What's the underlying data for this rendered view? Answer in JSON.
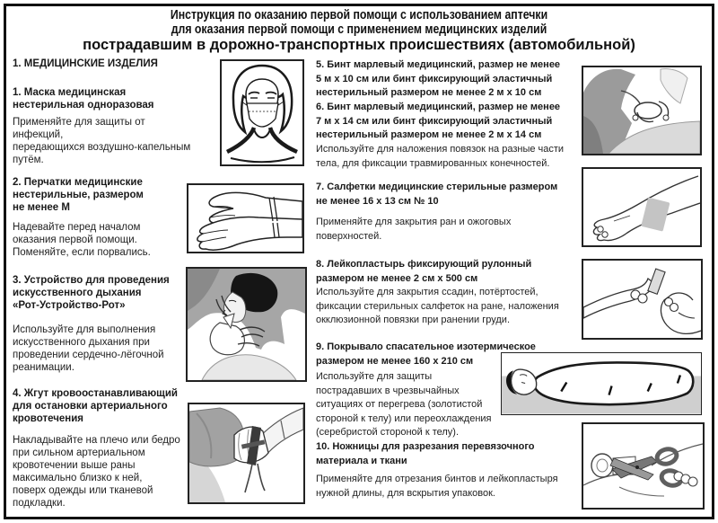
{
  "title": {
    "line1": "Инструкция по оказанию первой помощи с использованием аптечки",
    "line2": "для оказания первой помощи с применением медицинских изделий",
    "line3": "пострадавшим в дорожно-транспортных происшествиях (автомобильной)"
  },
  "left": {
    "heading": "1. МЕДИЦИНСКИЕ ИЗДЕЛИЯ",
    "s1": {
      "title": "1. Маска медицинская\nнестерильная одноразовая",
      "body": "Применяйте для защиты от инфекций,\nпередающихся воздушно-капельным\nпутём."
    },
    "s2": {
      "title": "2. Перчатки медицинские\nнестерильные, размером\nне менее М",
      "body": "Надевайте перед началом\nоказания первой помощи.\nПоменяйте, если порвались."
    },
    "s3": {
      "title": "3. Устройство для проведения\nискусственного дыхания\n«Рот-Устройство-Рот»",
      "body": "Используйте для выполнения\nискусственного дыхания при\nпроведении сердечно-лёгочной\nреанимации."
    },
    "s4": {
      "title": "4. Жгут кровоостанавливающий\nдля остановки артериального\nкровотечения",
      "body": "Накладывайте на плечо или бедро\nпри сильном артериальном\nкровотечении выше раны\nмаксимально близко к ней,\nповерх одежды или тканевой\nподкладки."
    }
  },
  "right": {
    "s5": {
      "title": "5. Бинт марлевый медицинский, размер не менее\n5 м х 10 см или бинт фиксирующий эластичный\nнестерильный размером не менее 2 м х 10 см"
    },
    "s6": {
      "title": "6. Бинт марлевый медицинский, размер не менее\n7 м х 14 см или бинт фиксирующий эластичный\nнестерильный размером не менее 2 м х 14 см",
      "body": "Используйте для наложения повязок на разные части\nтела, для фиксации травмированных конечностей."
    },
    "s7": {
      "title": "7. Салфетки медицинские стерильные размером\nне менее 16 х 13 см № 10",
      "body": "Применяйте для закрытия ран и ожоговых\nповерхностей."
    },
    "s8": {
      "title": "8. Лейкопластырь фиксирующий рулонный\nразмером не менее 2 см х 500 см",
      "body": "Используйте для закрытия ссадин, потёртостей,\nфиксации стерильных салфеток на ране, наложения\nокклюзионной повязки при ранении груди."
    },
    "s9": {
      "title": "9. Покрывало спасательное изотермическое\nразмером не менее 160 х 210 см",
      "body": "Используйте для защиты\nпострадавших в чрезвычайных\nситуациях от перегрева (золотистой\nстороной к телу) или переохлаждения\n(серебристой стороной к телу)."
    },
    "s10": {
      "title": "10. Ножницы для разрезания перевязочного\nматериала и ткани",
      "body": "Применяйте для отрезания бинтов и лейкопластыря\nнужной длины, для вскрытия упаковок."
    }
  },
  "illustrations": {
    "mask": "woman-wearing-medical-mask",
    "gloves": "medical-gloves-on-hands",
    "cpr": "mouth-to-mouth-resuscitation-with-device",
    "tourniquet": "tourniquet-applied-to-arm",
    "bandaging": "bandaging-injured-limb",
    "napkin": "sterile-napkin-on-forearm",
    "plaster": "applying-roll-plaster-to-hand",
    "blanket": "victim-wrapped-in-isothermal-blanket",
    "scissors": "scissors-cutting-bandage-roll"
  },
  "colors": {
    "ink": "#1a1a1a",
    "gray_dark": "#8f8f8f",
    "gray_mid": "#ababab",
    "gray_light": "#d6d6d6"
  }
}
